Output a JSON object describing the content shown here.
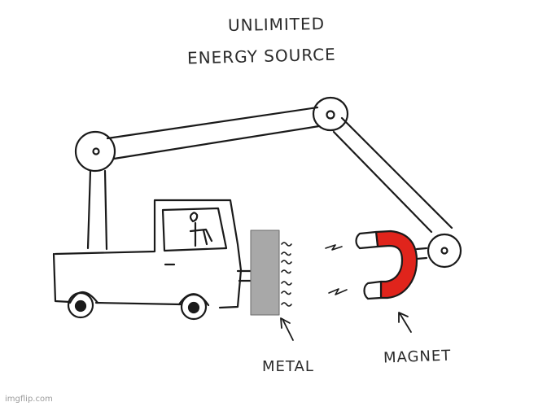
{
  "title": {
    "line1": "UNLIMITED",
    "line2": "ENERGY SOURCE"
  },
  "labels": {
    "metal": "METAL",
    "magnet": "MAGNET"
  },
  "watermark": "imgflip.com",
  "colors": {
    "ink": "#1a1a1a",
    "metal_block": "#a8a8a8",
    "magnet_red": "#e0241c",
    "magnet_tip": "#ffffff"
  }
}
